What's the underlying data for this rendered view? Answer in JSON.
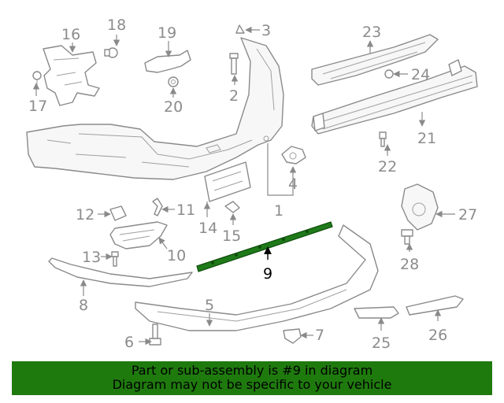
{
  "callouts": {
    "c1": "1",
    "c2": "2",
    "c3": "3",
    "c4": "4",
    "c5": "5",
    "c6": "6",
    "c7": "7",
    "c8": "8",
    "c9": "9",
    "c10": "10",
    "c11": "11",
    "c12": "12",
    "c13": "13",
    "c14": "14",
    "c15": "15",
    "c16": "16",
    "c17": "17",
    "c18": "18",
    "c19": "19",
    "c20": "20",
    "c21": "21",
    "c22": "22",
    "c23": "23",
    "c24": "24",
    "c25": "25",
    "c26": "26",
    "c27": "27",
    "c28": "28"
  },
  "highlighted_part": "9",
  "colors": {
    "highlight": "#1f7a1a",
    "banner": "#1f7a0e",
    "line": "#8a8a8a"
  },
  "banner": {
    "line1": "Part or sub-assembly is #9 in diagram",
    "line2": "Diagram may not be specific to your vehicle"
  }
}
